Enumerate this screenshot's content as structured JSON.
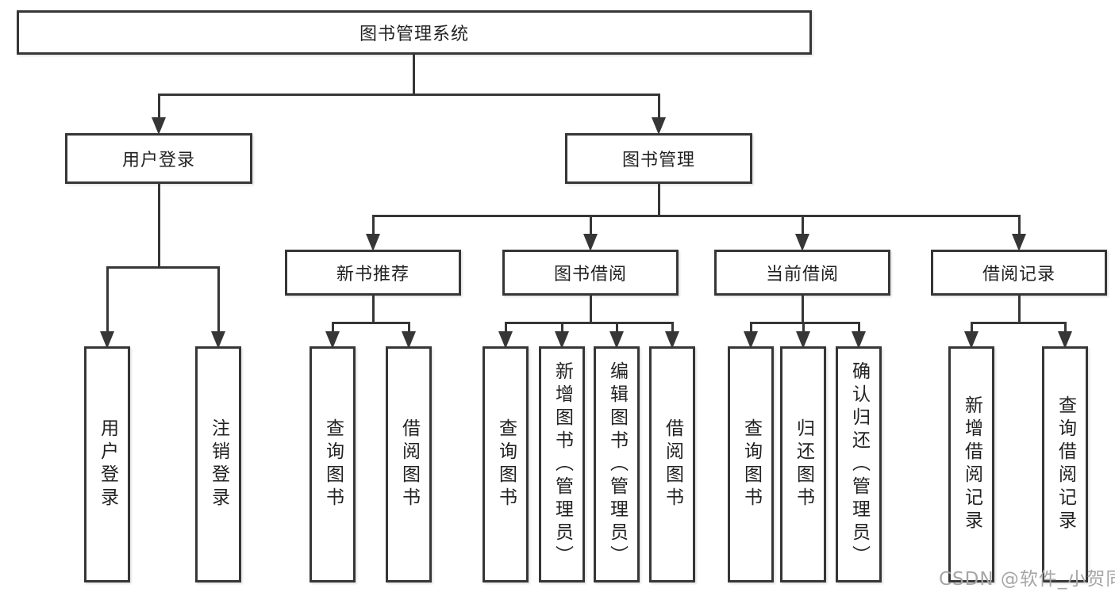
{
  "diagram": {
    "root": {
      "label": "图书管理系统"
    },
    "level2": [
      {
        "label": "用户登录",
        "children": [
          {
            "label": "用户登录"
          },
          {
            "label": "注销登录"
          }
        ]
      },
      {
        "label": "图书管理",
        "children": [
          {
            "label": "新书推荐",
            "children": [
              {
                "label": "查询图书"
              },
              {
                "label": "借阅图书"
              }
            ]
          },
          {
            "label": "图书借阅",
            "children": [
              {
                "label": "查询图书"
              },
              {
                "label": "新增图书（管理员）"
              },
              {
                "label": "编辑图书（管理员）"
              },
              {
                "label": "借阅图书"
              }
            ]
          },
          {
            "label": "当前借阅",
            "children": [
              {
                "label": "查询图书"
              },
              {
                "label": "归还图书"
              },
              {
                "label": "确认归还（管理员）"
              }
            ]
          },
          {
            "label": "借阅记录",
            "children": [
              {
                "label": "新增借阅记录"
              },
              {
                "label": "查询借阅记录"
              }
            ]
          }
        ]
      }
    ]
  },
  "watermark": {
    "text": "CSDN @软件_小贺同学"
  },
  "colors": {
    "line": "#363636",
    "text": "#222222",
    "watermark": "#a6a6a6",
    "background": "#ffffff"
  }
}
